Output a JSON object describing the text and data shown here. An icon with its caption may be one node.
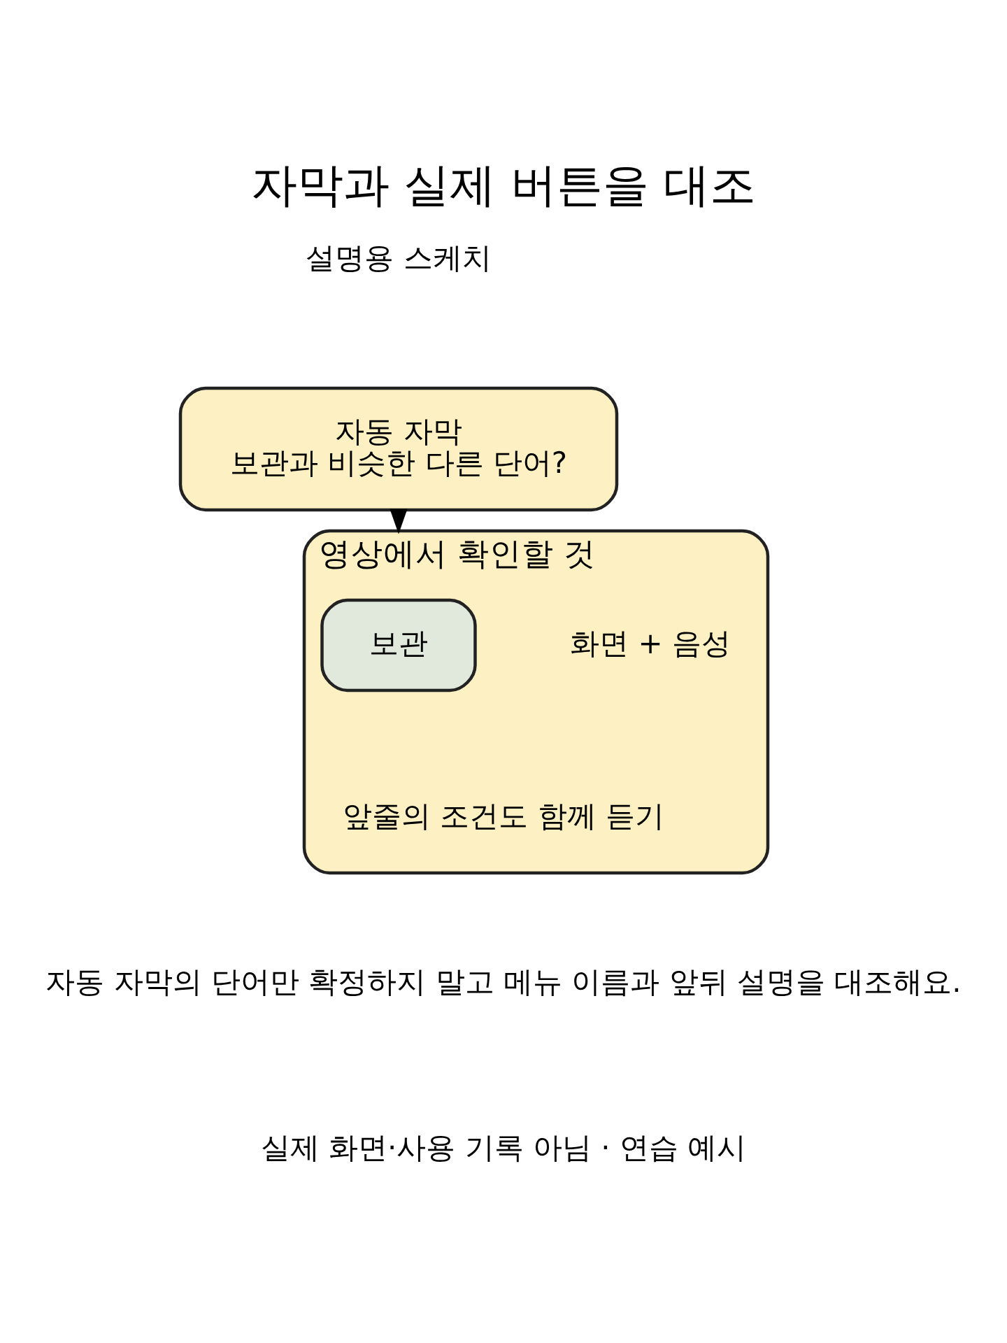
{
  "diagram": {
    "title": "자막과 실제 버튼을 대조",
    "nodes": [
      {
        "text": [
          "자동 자막",
          "보관과 비슷한 다른 단어?"
        ]
      },
      {
        "text": [
          "영상에서 확인할 것",
          "화면 + 음성",
          "앞줄의 조건도 함께 듣기"
        ]
      },
      {
        "text": [
          "보관"
        ],
        "in": 1
      }
    ],
    "edges": [
      {
        "from": 0,
        "to": 1,
        "arrow": "to"
      }
    ],
    "labels": [
      "설명용 스케치",
      "자동 자막의 단어만 확정하지 말고 메뉴 이름과 앞뒤 설명을 대조해요.",
      "실제 화면·사용 기록 아님 · 연습 예시"
    ]
  }
}
